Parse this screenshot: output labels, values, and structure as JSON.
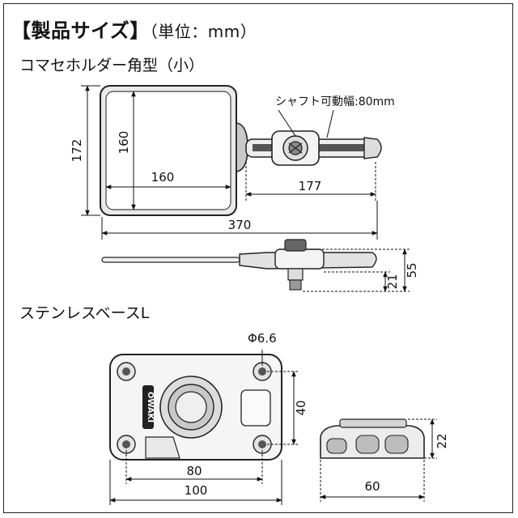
{
  "heading": {
    "title": "【製品サイズ】",
    "unit": "（単位：mm）"
  },
  "section1": {
    "title": "コマセホルダー角型（小）",
    "dims": {
      "height_outer": "172",
      "height_inner": "160",
      "width_inner": "160",
      "shaft_len": "177",
      "total_len": "370",
      "shaft_note": "シャフト可動幅:80mm",
      "side_h1": "55",
      "side_h2": "21"
    }
  },
  "section2": {
    "title": "ステンレスベースL",
    "dims": {
      "hole": "Φ6.6",
      "hole_spacing_v": "40",
      "hole_spacing_h": "80",
      "width": "100",
      "side_height": "22",
      "side_width": "60"
    },
    "brand_mark": "OWAKI"
  }
}
